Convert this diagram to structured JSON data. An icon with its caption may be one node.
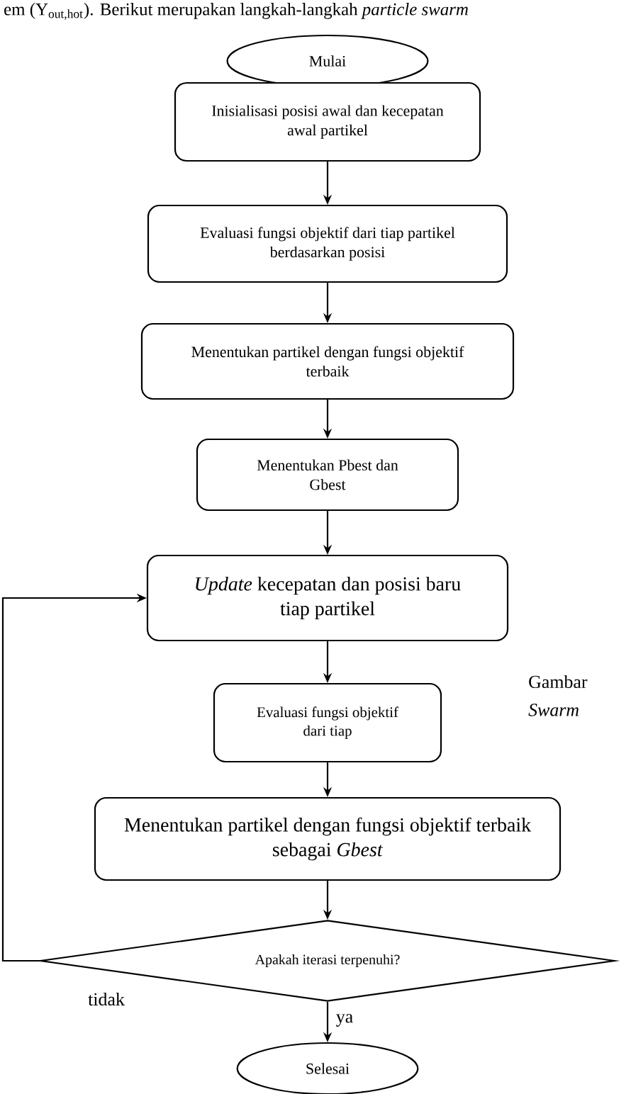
{
  "diagram": {
    "nodes": [
      {
        "text": [
          "Mulai"
        ]
      },
      {
        "text": [
          "Inisialisasi posisi awal dan kecepatan awal partikel"
        ]
      },
      {
        "text": [
          "Evaluasi fungsi objektif  dari tiap partikel berdasarkan posisi"
        ]
      },
      {
        "text": [
          "Menentukan partikel dengan fungsi objektif terbaik"
        ]
      },
      {
        "text": [
          "Menentukan Pbest dan Gbest"
        ]
      },
      {
        "text": [
          "*Update* kecepatan dan posisi baru tiap partikel"
        ]
      },
      {
        "text": [
          "Evaluasi fungsi objektif  dari tiap"
        ]
      },
      {
        "text": [
          "Menentukan partikel dengan fungsi objektif terbaik sebagai *Gbest*"
        ]
      },
      {
        "text": [
          "Apakah iterasi terpenuhi?"
        ]
      },
      {
        "text": [
          "Selesai"
        ]
      }
    ],
    "edges": [
      {
        "from": 1,
        "to": 2,
        "arrow": "to"
      },
      {
        "from": 2,
        "to": 3,
        "arrow": "to"
      },
      {
        "from": 3,
        "to": 4,
        "arrow": "to"
      },
      {
        "from": 4,
        "to": 5,
        "arrow": "to"
      },
      {
        "from": 5,
        "to": 6,
        "arrow": "to"
      },
      {
        "from": 6,
        "to": 7,
        "arrow": "to"
      },
      {
        "from": 7,
        "to": 8,
        "arrow": "to"
      },
      {
        "from": 8,
        "to": 9,
        "arrow": "to",
        "label": "ya"
      },
      {
        "from": 8,
        "to": 5,
        "arrow": "to",
        "label": "tidak"
      }
    ],
    "labels": [
      "em (Y$_{out,hot}$). Berikut merupakan langkah-langkah *particle swarm*",
      "Gambar",
      "Swarm"
    ]
  }
}
